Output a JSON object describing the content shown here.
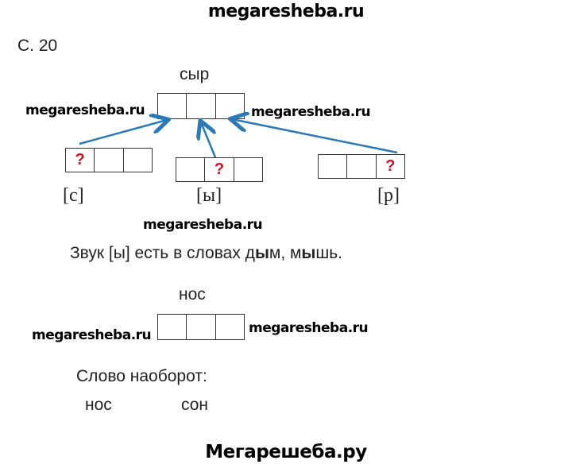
{
  "header": {
    "watermark": "megaresheba.ru"
  },
  "page_label": "С. 20",
  "task1": {
    "word": "сыр",
    "watermarks": [
      "megaresheba.ru",
      "megaresheba.ru",
      "megaresheba.ru"
    ],
    "marker": "?",
    "sounds": [
      "[с]",
      "[ы]",
      "[р]"
    ],
    "sentence": {
      "prefix": "Звук [ы] есть в словах ",
      "w1a": "д",
      "w1b": "ы",
      "w1c": "м, ",
      "w2a": "м",
      "w2b": "ы",
      "w2c": "шь."
    },
    "arrow_color": "#2a7ab8"
  },
  "task2": {
    "word": "нос",
    "watermarks": [
      "megaresheba.ru",
      "megaresheba.ru"
    ],
    "label": "Слово наоборот:",
    "forward": "нос",
    "reversed": "сон"
  },
  "footer": {
    "watermark": "Мегарешеба.ру"
  }
}
